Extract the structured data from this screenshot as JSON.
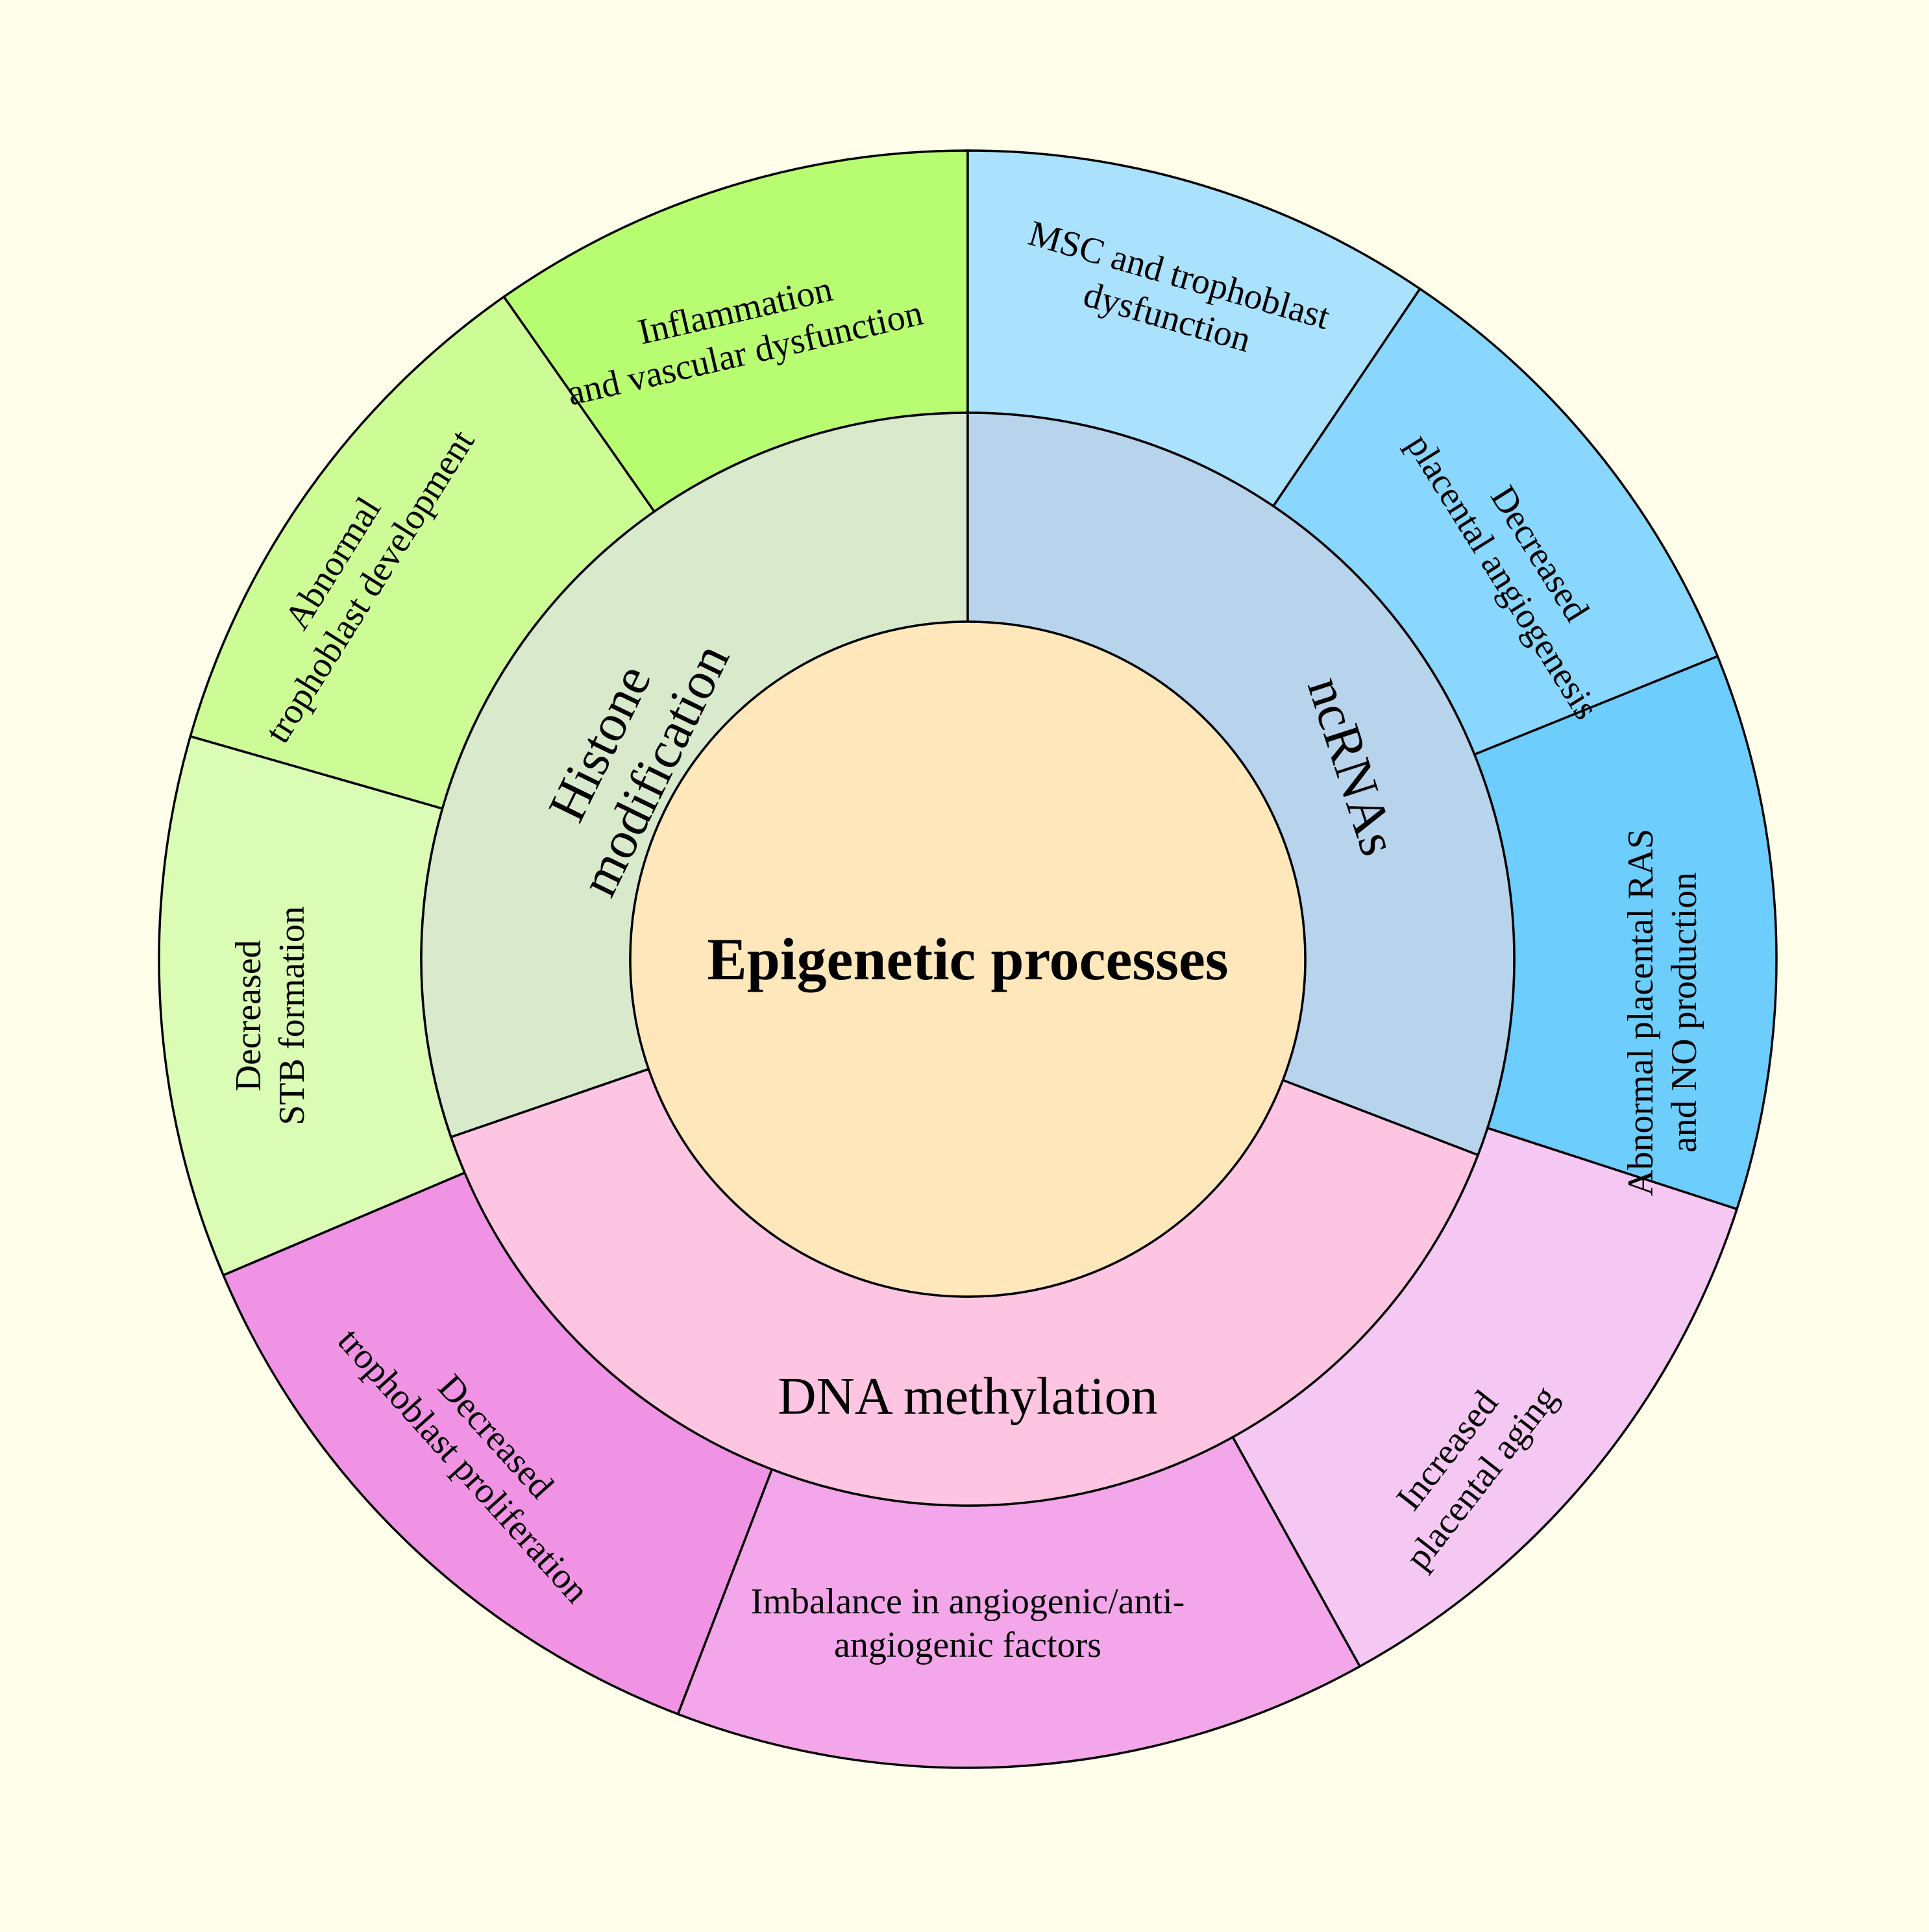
{
  "colors": {
    "background": "#fffeeb",
    "center": "#fee8bb",
    "histone_inner": "#d8e9cc",
    "ncrnas_inner": "#b8d3ec",
    "dna_inner": "#fdc5e2"
  },
  "center": {
    "label": "Epigenetic processes"
  },
  "categories": [
    {
      "key": "histone",
      "lines": [
        "Histone",
        "modification"
      ]
    },
    {
      "key": "ncrnas",
      "lines": [
        "ncRNAs"
      ]
    },
    {
      "key": "dna",
      "lines": [
        "DNA methylation"
      ]
    }
  ],
  "effects": [
    {
      "key": "inflammation",
      "lines": [
        "Inflammation",
        "and vascular dysfunction"
      ],
      "color": "#b8fc72"
    },
    {
      "key": "msc",
      "lines": [
        "MSC and trophoblast",
        "dysfunction"
      ],
      "color": "#aae2fe"
    },
    {
      "key": "angiogenesis",
      "lines": [
        "Decreased",
        "placental angiogenesis"
      ],
      "color": "#89d7fe"
    },
    {
      "key": "ras",
      "lines": [
        "Abnormal placental RAS",
        "and NO production"
      ],
      "color": "#6dcdfd"
    },
    {
      "key": "aging",
      "lines": [
        "Increased",
        "placental aging"
      ],
      "color": "#f5c7f3"
    },
    {
      "key": "imbalance",
      "lines": [
        "Imbalance in angiogenic/anti-",
        "angiogenic factors"
      ],
      "color": "#f4a6ea"
    },
    {
      "key": "proliferation",
      "lines": [
        "Decreased",
        "trophoblast proliferation"
      ],
      "color": "#f093e5"
    },
    {
      "key": "stb",
      "lines": [
        "Decreased",
        "STB formation"
      ],
      "color": "#dafcb5"
    },
    {
      "key": "trophoblast_dev",
      "lines": [
        "Abnormal",
        "trophoblast development"
      ],
      "color": "#cdfc96"
    }
  ]
}
